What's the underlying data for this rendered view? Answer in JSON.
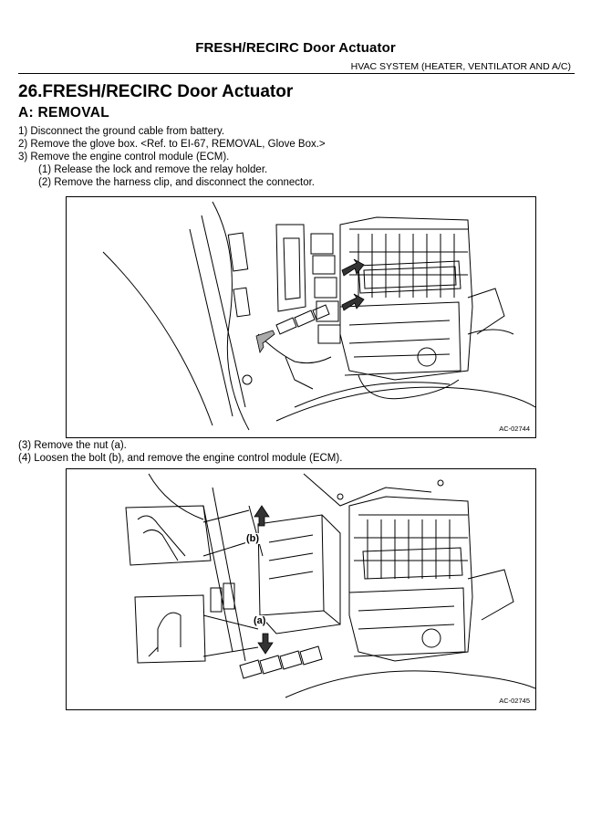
{
  "header": {
    "title": "FRESH/RECIRC Door Actuator",
    "section": "HVAC SYSTEM (HEATER, VENTILATOR AND A/C)"
  },
  "document": {
    "title": "26.FRESH/RECIRC Door Actuator",
    "subsection": "A:  REMOVAL",
    "steps": [
      "1) Disconnect the ground cable from battery.",
      "2) Remove the glove box. <Ref. to EI-67, REMOVAL, Glove Box.>",
      "3) Remove the engine control module (ECM).",
      "(1) Release the lock and remove the relay holder.",
      "(2) Remove the harness clip, and disconnect the connector.",
      "(3) Remove the nut (a).",
      "(4) Loosen the bolt (b), and remove the engine control module (ECM)."
    ]
  },
  "figures": [
    {
      "label": "AC-02744"
    },
    {
      "label": "AC-02745",
      "callouts": [
        "(b)",
        "(a)"
      ]
    }
  ]
}
